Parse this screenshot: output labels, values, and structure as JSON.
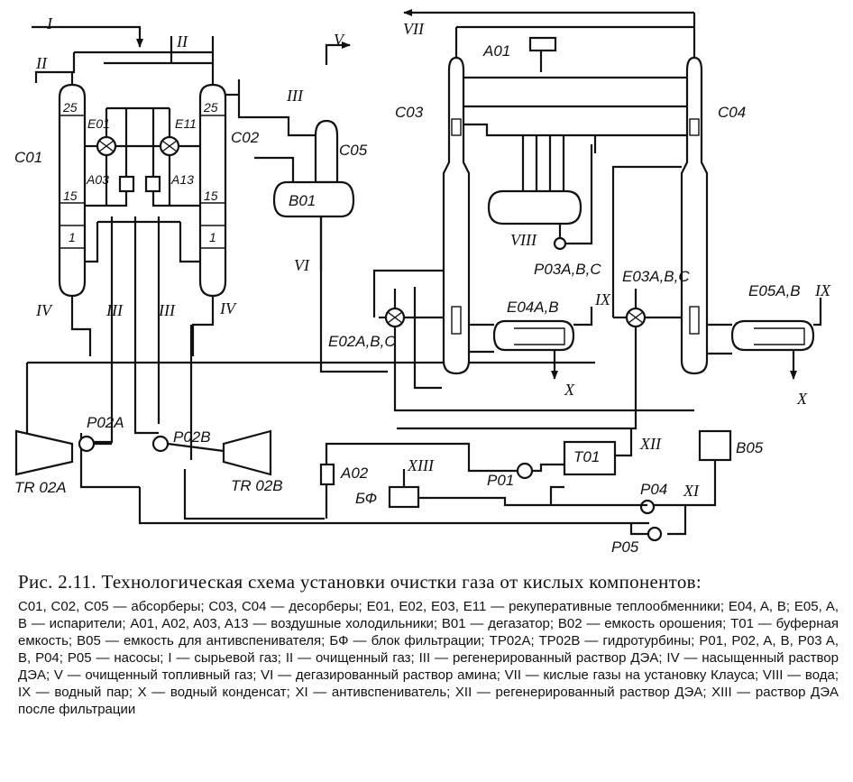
{
  "labels": {
    "I": "I",
    "II_a": "II",
    "II_b": "II",
    "III_a": "III",
    "III_b": "III",
    "III_c": "III",
    "IV_a": "IV",
    "IV_b": "IV",
    "V": "V",
    "VI": "VI",
    "VII": "VII",
    "VIII": "VIII",
    "IX_a": "IX",
    "IX_b": "IX",
    "X_a": "X",
    "X_b": "X",
    "XI": "XI",
    "XII": "XII",
    "XIII": "XIII",
    "C01": "C01",
    "C02": "C02",
    "C03": "C03",
    "C04": "C04",
    "C05": "C05",
    "E01": "E01",
    "E11": "E11",
    "A03": "A03",
    "A13": "A13",
    "A01": "A01",
    "A02": "A02",
    "B01": "B01",
    "B05": "B05",
    "T01": "T01",
    "BF": "БФ",
    "E02": "E02A,B,C",
    "E03": "E03A,B,C",
    "E04": "E04A,B",
    "E05": "E05A,B",
    "P02A": "P02A",
    "P02B": "P02B",
    "P03": "P03A,B,C",
    "P01": "P01",
    "P04": "P04",
    "P05": "P05",
    "TR02A": "TR 02A",
    "TR02B": "TR 02B",
    "tray25_a": "25",
    "tray15_a": "15",
    "tray1_a": "1",
    "tray25_b": "25",
    "tray15_b": "15",
    "tray1_b": "1"
  },
  "caption": {
    "title": "Рис. 2.11. Технологическая схема установки очистки газа от кислых компонентов:",
    "legend": "C01, C02, C05 — абсорберы; C03, C04 — десорберы; E01, E02, E03, E11 — рекуперативные теплообменники; E04, A, B; E05, A, B — испарители; A01, A02, A03, A13 — воздушные холодильники; B01 — дегазатор; B02 — емкость орошения; T01 — буферная емкость; B05 — емкость для антивспенивателя; БФ — блок фильтрации; TP02A; TP02B — гидротурбины; P01, P02, A, B, P03 A, B, P04; P05 — насосы; I — сырьевой газ; II — очищенный газ; III — регенерированный раствор ДЭА; IV — насыщенный раствор ДЭА; V — очищенный топливный газ; VI — дегазированный раствор амина; VII — кислые газы на установку Клауса; VIII — вода; IX — водный пар; X — водный конденсат; XI — антивспениватель; XII — регенерированный раствор ДЭА; XIII — раствор ДЭА после фильтрации"
  }
}
